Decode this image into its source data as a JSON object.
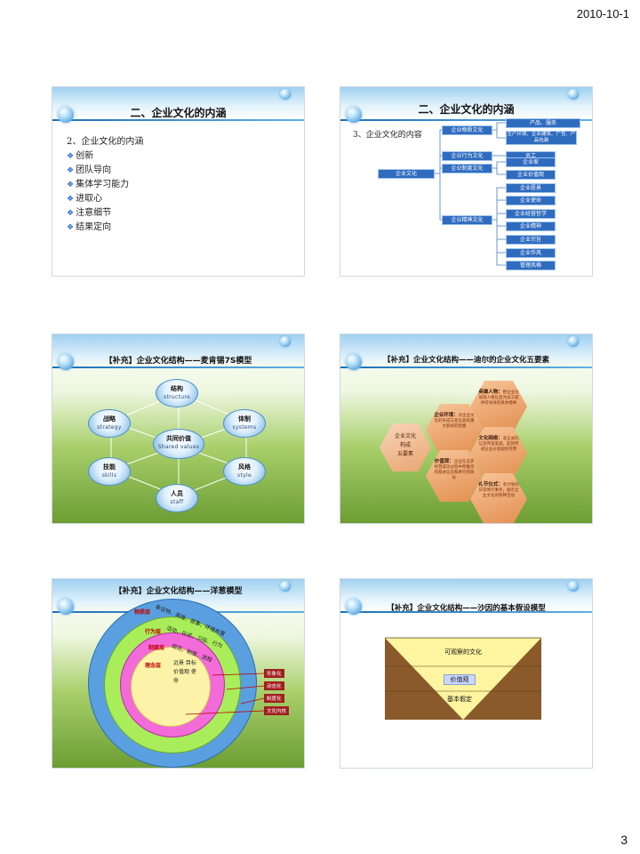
{
  "header": {
    "date": "2010-10-1"
  },
  "footer": {
    "page_number": "3"
  },
  "slide1": {
    "title": "二、企业文化的内涵",
    "lead": "2、企业文化的内涵",
    "items": [
      "创新",
      "团队导向",
      "集体学习能力",
      "进取心",
      "注意细节",
      "结果定向"
    ]
  },
  "slide2": {
    "title": "二、企业文化的内涵",
    "lead": "3、企业文化的内容",
    "root": "企业文化",
    "level1": [
      "企业物质文化",
      "企业行为文化",
      "企业制度文化",
      "企业精神文化"
    ],
    "level2": [
      "产品、服务",
      "生产环境、企业建筑、广告、产品包装",
      "员工",
      "企业家",
      "企业价值观",
      "企业愿景",
      "企业使命",
      "企业经营哲学",
      "企业精神",
      "企业宗旨",
      "企业作风",
      "管理风格"
    ]
  },
  "slide3": {
    "title": "【补充】企业文化结构——麦肯锡7S模型",
    "nodes": {
      "structure": {
        "cn": "结构",
        "en": "structure"
      },
      "strategy": {
        "cn": "战略",
        "en": "strategy"
      },
      "systems": {
        "cn": "体制",
        "en": "systems"
      },
      "shared": {
        "cn": "共同价值",
        "en": "Shared values"
      },
      "skills": {
        "cn": "技能",
        "en": "skills"
      },
      "style": {
        "cn": "风格",
        "en": "style"
      },
      "staff": {
        "cn": "人员",
        "en": "staff"
      }
    }
  },
  "slide4": {
    "title": "【补充】企业文化结构——迪尔的企业文化五要素",
    "center": {
      "line1": "企业文化",
      "line2": "构成",
      "line3": "五要素"
    },
    "hexes": [
      {
        "head": "英雄人物：",
        "body": "把企业价值观人格化且为员工提供可仿效的具体榜样"
      },
      {
        "head": "企业环境：",
        "body": "对企业文化的形成与变化具有重大影响的因素"
      },
      {
        "head": "文化网络：",
        "body": "非正式的信息传递渠道，起到传递企业价值观的作用"
      },
      {
        "head": "价值观：",
        "body": "企业在追求经营成功过程中所推崇的基本信念和奉行的目标"
      },
      {
        "head": "礼节仪式：",
        "body": "有计划的日常例行事务，展示企业文化的各种活动"
      }
    ]
  },
  "slide5": {
    "title": "【补充】企业文化结构——洋葱模型",
    "layers": [
      {
        "label": "物质层",
        "text": "象征物、英雄、故事、环境布置"
      },
      {
        "label": "行为层",
        "text": "活动、仪式、习俗、行为"
      },
      {
        "label": "制度层",
        "text": "规范、制度、流程"
      },
      {
        "label": "理念层",
        "text": "远景 目标 价值观 使命"
      }
    ],
    "right_labels": [
      "形象化",
      "动态化",
      "制度化",
      "文化内核"
    ]
  },
  "slide6": {
    "title": "【补充】企业文化结构——沙因的基本假设模型",
    "levels": [
      "可观察的文化",
      "价值观",
      "基本假定"
    ]
  },
  "colors": {
    "accent": "#2f6bbf",
    "label_red": "#a21f1f"
  }
}
